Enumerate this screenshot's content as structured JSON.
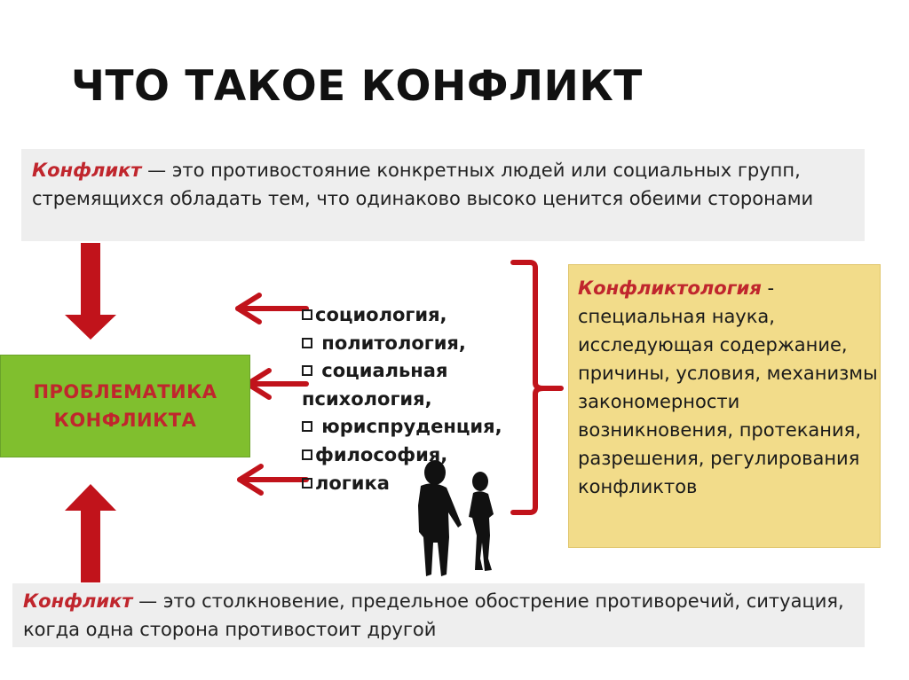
{
  "title": "ЧТО ТАКОЕ КОНФЛИКТ",
  "definition_top": {
    "term": "Конфликт",
    "text": " — это противостояние конкретных людей или социальных групп, стремящихся обладать тем, что одинаково высоко ценится обеими сторонами"
  },
  "problem_box": {
    "label": "ПРОБЛЕМАТИКА\nКОНФЛИКТА"
  },
  "sciences": [
    "социология,",
    " политология,",
    " социальная",
    "психология,",
    " юриспруденция,",
    "философия,",
    "логика"
  ],
  "conflictology": {
    "term": "Конфликтология",
    "text": " - специальная наука, исследующая содержание, причины, условия, механизмы закономерности возникновения, протекания, разрешения, регулирования конфликтов"
  },
  "definition_bottom": {
    "term": "Конфликт",
    "text": " — это столкновение, предельное обострение противоречий, ситуация, когда одна сторона противостоит другой"
  },
  "colors": {
    "arrow_red": "#c1131b",
    "term_red": "#c0262d",
    "green": "#80bf2e",
    "yellow": "#f2dc8a",
    "gray": "#eeeeee"
  }
}
